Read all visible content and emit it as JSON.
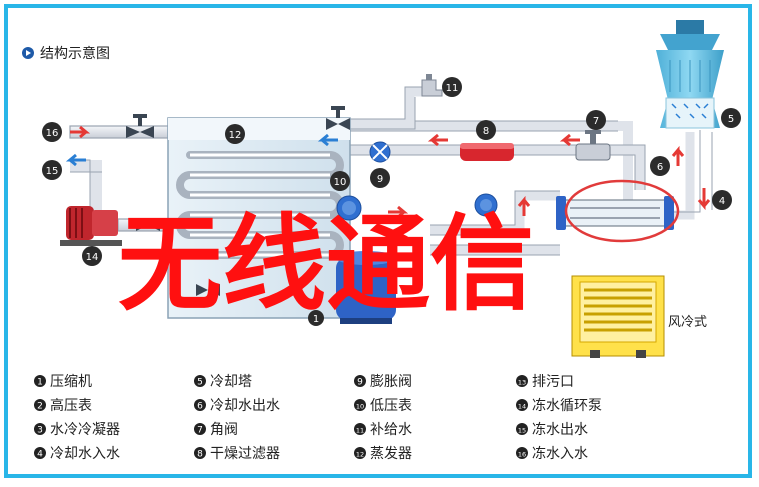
{
  "header": {
    "title": "结构示意图"
  },
  "watermark": {
    "text": "无线通信",
    "color": "#ff1010"
  },
  "colors": {
    "frame": "#29b6e8",
    "pipe": "#dfe3ea",
    "pipe_stroke": "#9aa3b0",
    "marker": "#2b2b2b",
    "arrow_red": "#e53935",
    "arrow_blue": "#2a7fd4",
    "tower": "#6fc6e6",
    "condenser_yellow": "#ffe14a",
    "tank_blue": "#2e63c6"
  },
  "markers": [
    {
      "id": "m1",
      "label": "1"
    },
    {
      "id": "m4",
      "label": "4"
    },
    {
      "id": "m5",
      "label": "5"
    },
    {
      "id": "m6",
      "label": "6"
    },
    {
      "id": "m7",
      "label": "7"
    },
    {
      "id": "m8",
      "label": "8"
    },
    {
      "id": "m9",
      "label": "9"
    },
    {
      "id": "m10",
      "label": "10"
    },
    {
      "id": "m11",
      "label": "11"
    },
    {
      "id": "m12",
      "label": "12"
    },
    {
      "id": "m14",
      "label": "14"
    },
    {
      "id": "m15",
      "label": "15"
    },
    {
      "id": "m16",
      "label": "16"
    }
  ],
  "annotation": {
    "air_cooled": "风冷式"
  },
  "legend": [
    {
      "num": "1",
      "text": "压缩机"
    },
    {
      "num": "2",
      "text": "高压表"
    },
    {
      "num": "3",
      "text": "水冷冷凝器"
    },
    {
      "num": "4",
      "text": "冷却水入水"
    },
    {
      "num": "5",
      "text": "冷却塔"
    },
    {
      "num": "6",
      "text": "冷却水出水"
    },
    {
      "num": "7",
      "text": "角阀"
    },
    {
      "num": "8",
      "text": "干燥过滤器"
    },
    {
      "num": "9",
      "text": "膨胀阀"
    },
    {
      "num": "10",
      "text": "低压表"
    },
    {
      "num": "11",
      "text": "补给水"
    },
    {
      "num": "12",
      "text": "蒸发器"
    },
    {
      "num": "13",
      "text": "排污口"
    },
    {
      "num": "14",
      "text": "冻水循环泵"
    },
    {
      "num": "15",
      "text": "冻水出水"
    },
    {
      "num": "16",
      "text": "冻水入水"
    }
  ]
}
